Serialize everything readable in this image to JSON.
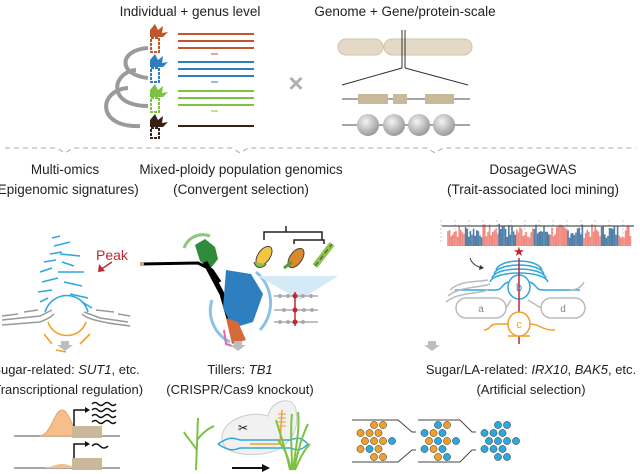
{
  "top": {
    "left_title": "Individual + genus level",
    "right_title": "Genome + Gene/protein-scale",
    "cross_symbol": "×"
  },
  "colors": {
    "orange_plant": "#c0562b",
    "blue_plant": "#2e7fc0",
    "green_plant": "#7dc242",
    "dark_plant": "#3a1f14",
    "gene_box": "#c9b99a",
    "peak_red": "#c0272d",
    "epigenome_blue": "#2ea7dc",
    "epigenome_orange": "#f0a02a"
  },
  "sections": [
    {
      "title": "Multi-omics",
      "subtitle": "(Epigenomic signatures)",
      "annotation": "Peak",
      "result_prefix": "Sugar-related: ",
      "result_genes": [
        "SUT1"
      ],
      "result_suffix": ", etc.",
      "result_subtitle": "(Transcriptional regulation)"
    },
    {
      "title": "Mixed-ploidy population genomics",
      "subtitle": "(Convergent selection)",
      "result_prefix": "Tillers: ",
      "result_genes": [
        "TB1"
      ],
      "result_suffix": "",
      "result_subtitle": "(CRISPR/Cas9 knockout)"
    },
    {
      "title": "DosageGWAS",
      "subtitle": "(Trait-associated loci mining)",
      "loci_labels": [
        "a",
        "b",
        "c",
        "d"
      ],
      "result_prefix": "Sugar/LA-related: ",
      "result_genes": [
        "IRX10",
        "BAK5"
      ],
      "result_mid": ", ",
      "result_suffix": ", etc.",
      "result_subtitle": "(Artificial selection)"
    }
  ]
}
